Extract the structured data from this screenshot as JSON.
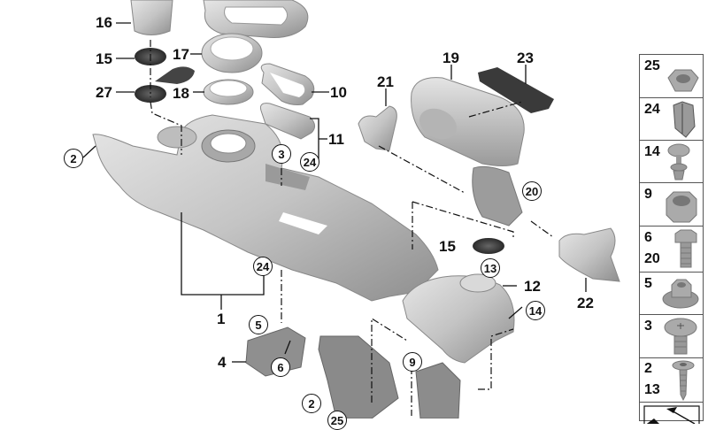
{
  "diagram": {
    "type": "exploded-parts-diagram",
    "subject": "center console assembly",
    "colors": {
      "part_fill": "#c9c9c9",
      "part_dark": "#8a8a8a",
      "rubber": "#3a3a3a",
      "line": "#111111"
    },
    "callouts": [
      {
        "id": "16",
        "style": "plain"
      },
      {
        "id": "15",
        "style": "plain"
      },
      {
        "id": "27",
        "style": "plain"
      },
      {
        "id": "17",
        "style": "plain"
      },
      {
        "id": "18",
        "style": "plain"
      },
      {
        "id": "10",
        "style": "plain"
      },
      {
        "id": "11",
        "style": "plain"
      },
      {
        "id": "21",
        "style": "plain"
      },
      {
        "id": "19",
        "style": "plain"
      },
      {
        "id": "23",
        "style": "plain"
      },
      {
        "id": "2",
        "style": "circled"
      },
      {
        "id": "3",
        "style": "circled"
      },
      {
        "id": "24",
        "style": "circled"
      },
      {
        "id": "20",
        "style": "circled"
      },
      {
        "id": "15",
        "style": "plain"
      },
      {
        "id": "13",
        "style": "circled"
      },
      {
        "id": "12",
        "style": "plain"
      },
      {
        "id": "14",
        "style": "circled"
      },
      {
        "id": "22",
        "style": "plain"
      },
      {
        "id": "24",
        "style": "circled"
      },
      {
        "id": "1",
        "style": "plain"
      },
      {
        "id": "5",
        "style": "circled"
      },
      {
        "id": "4",
        "style": "plain"
      },
      {
        "id": "6",
        "style": "circled"
      },
      {
        "id": "9",
        "style": "circled"
      },
      {
        "id": "2",
        "style": "circled"
      },
      {
        "id": "25",
        "style": "circled"
      }
    ],
    "labels": {
      "l16": "16",
      "l15a": "15",
      "l27": "27",
      "l17": "17",
      "l18": "18",
      "l10": "10",
      "l11": "11",
      "l21": "21",
      "l19": "19",
      "l23": "23",
      "l2a": "2",
      "l3": "3",
      "l24a": "24",
      "l20": "20",
      "l15b": "15",
      "l13": "13",
      "l12": "12",
      "l14": "14",
      "l22": "22",
      "l24b": "24",
      "l1": "1",
      "l5": "5",
      "l4": "4",
      "l6": "6",
      "l9": "9",
      "l2b": "2",
      "l25": "25"
    }
  },
  "legend": {
    "items": [
      {
        "numbers": [
          "25"
        ],
        "part": "hex-nut"
      },
      {
        "numbers": [
          "24"
        ],
        "part": "spring-clip"
      },
      {
        "numbers": [
          "14"
        ],
        "part": "expanding-rivet"
      },
      {
        "numbers": [
          "9"
        ],
        "part": "hex-nut-flanged"
      },
      {
        "numbers": [
          "6",
          "20"
        ],
        "part": "hex-bolt"
      },
      {
        "numbers": [
          "5"
        ],
        "part": "flange-nut"
      },
      {
        "numbers": [
          "3"
        ],
        "part": "torx-screw"
      },
      {
        "numbers": [
          "2",
          "13"
        ],
        "part": "self-tapping-screw"
      },
      {
        "numbers": [],
        "part": "arrow-symbol"
      }
    ]
  }
}
